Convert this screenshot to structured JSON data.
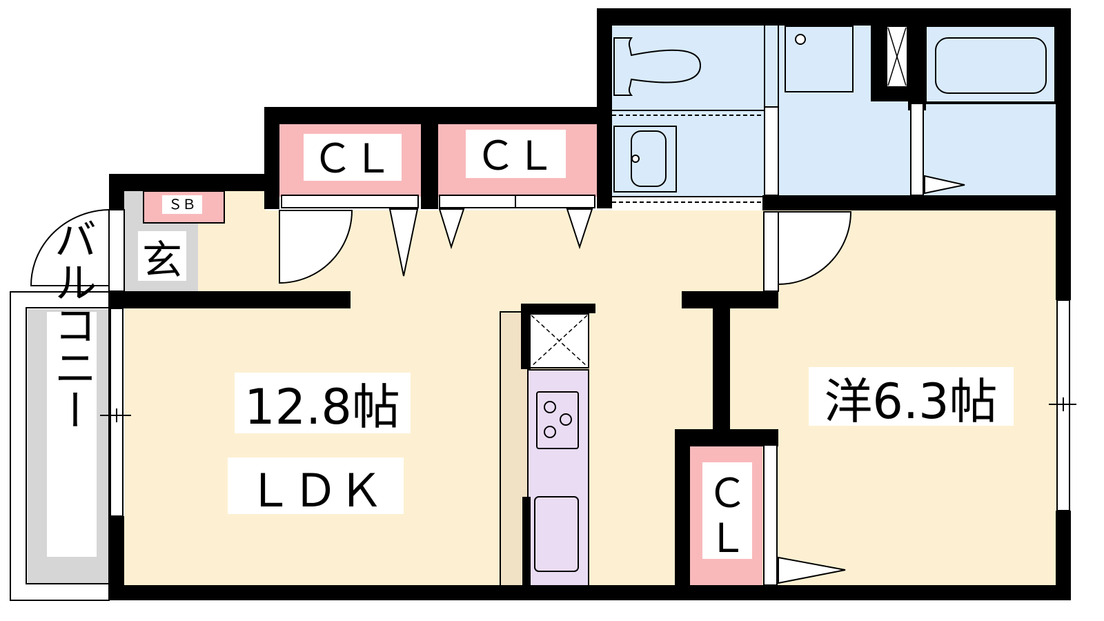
{
  "rooms": {
    "ldk_size": "12.8帖",
    "ldk_name": "ＬＤＫ",
    "western_room": "洋6.3帖",
    "genkan": "玄",
    "shoe_box": "ＳＢ",
    "balcony": "バルコニー",
    "closet_1": "ＣＬ",
    "closet_2": "ＣＬ",
    "closet_3_top": "Ｃ",
    "closet_3_bottom": "Ｌ"
  },
  "colors": {
    "floor": "#fdf0d2",
    "wet_area": "#d9ebfb",
    "closet": "#f9b9bb",
    "entrance": "#d6d6d6",
    "kitchen": "#e9dcf3",
    "counter": "#f1e1c5",
    "wall": "#000000"
  }
}
